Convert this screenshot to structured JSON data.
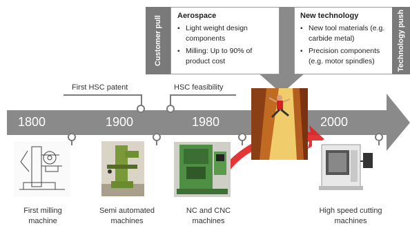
{
  "customer_pull": {
    "sidebar_label": "Customer pull",
    "title": "Aerospace",
    "bullets": [
      "Light weight design components",
      "Milling: Up to 90% of product cost"
    ]
  },
  "technology_push": {
    "sidebar_label": "Technology push",
    "title": "New technology",
    "bullets": [
      "New tool materials (e.g. carbide metal)",
      "Precision components (e.g. motor spindles)"
    ]
  },
  "timeline": {
    "years": [
      "1800",
      "1900",
      "1980",
      "2000"
    ],
    "events": {
      "hsc_patent": "First HSC patent",
      "hsc_feasibility": "HSC feasibility"
    }
  },
  "machines": [
    {
      "line1": "First milling",
      "line2": "machine"
    },
    {
      "line1": "Semi automated",
      "line2": "machines"
    },
    {
      "line1": "NC and CNC",
      "line2": "machines"
    },
    {
      "line1": "High speed cutting",
      "line2": "machines"
    }
  ],
  "colors": {
    "arrow": "#8a8a8a",
    "sidebar": "#7a7a7a",
    "swoosh": "#e02020"
  }
}
